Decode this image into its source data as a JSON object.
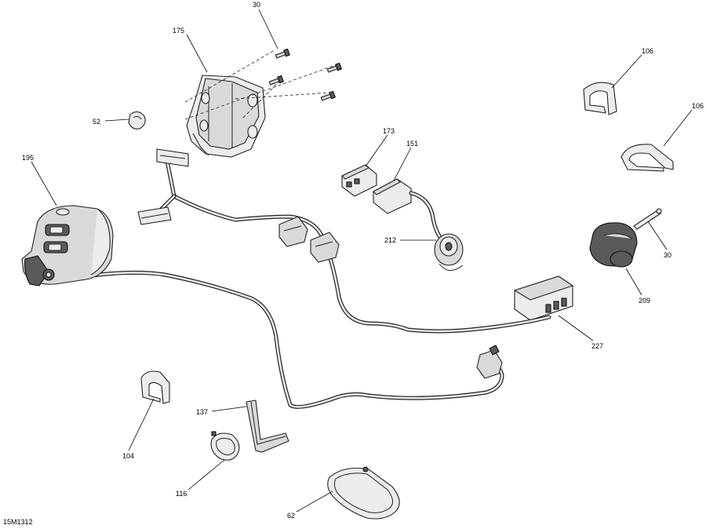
{
  "drawing_id": "15M1312",
  "callouts": [
    {
      "id": "c30a",
      "label": "30"
    },
    {
      "id": "c175",
      "label": "175"
    },
    {
      "id": "c52",
      "label": "52"
    },
    {
      "id": "c106a",
      "label": "106"
    },
    {
      "id": "c106b",
      "label": "106"
    },
    {
      "id": "c173",
      "label": "173"
    },
    {
      "id": "c151",
      "label": "151"
    },
    {
      "id": "c195",
      "label": "195"
    },
    {
      "id": "c212",
      "label": "212"
    },
    {
      "id": "c30b",
      "label": "30"
    },
    {
      "id": "c209",
      "label": "209"
    },
    {
      "id": "c227",
      "label": "227"
    },
    {
      "id": "c137",
      "label": "137"
    },
    {
      "id": "c104",
      "label": "104"
    },
    {
      "id": "c116",
      "label": "116"
    },
    {
      "id": "c62",
      "label": "62"
    }
  ]
}
